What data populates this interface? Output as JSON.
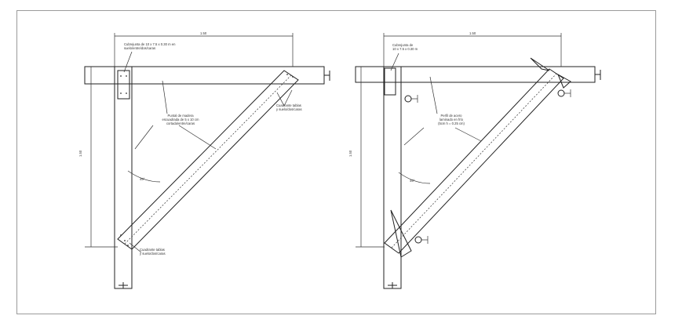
{
  "left_drawing": {
    "dim_top": "1.50",
    "dim_side": "1.50",
    "angle": "45°",
    "labels": {
      "cleat": "Cubrejunta de 10 x 7.5 x 0.30 m en\nsuelo/entre/dos/caras",
      "brace": "Puntal de madera\nescuadrada de 5 x 10 cm\ncortada/entre/caras",
      "bolt_upper": "Cuadrante tablas\ny suelo/dos/caras",
      "bolt_lower": "Cuadrante tablas\ny suelo/dos/caras"
    }
  },
  "right_drawing": {
    "dim_top": "1.50",
    "dim_side": "1.50",
    "angle": "45°",
    "labels": {
      "cleat": "Cubrejunta de\n10 x 7.5 x 0.30 m",
      "brace": "Perfil de acero\nlaminado en frío\n(5cm h = 0.25 cm)"
    }
  }
}
